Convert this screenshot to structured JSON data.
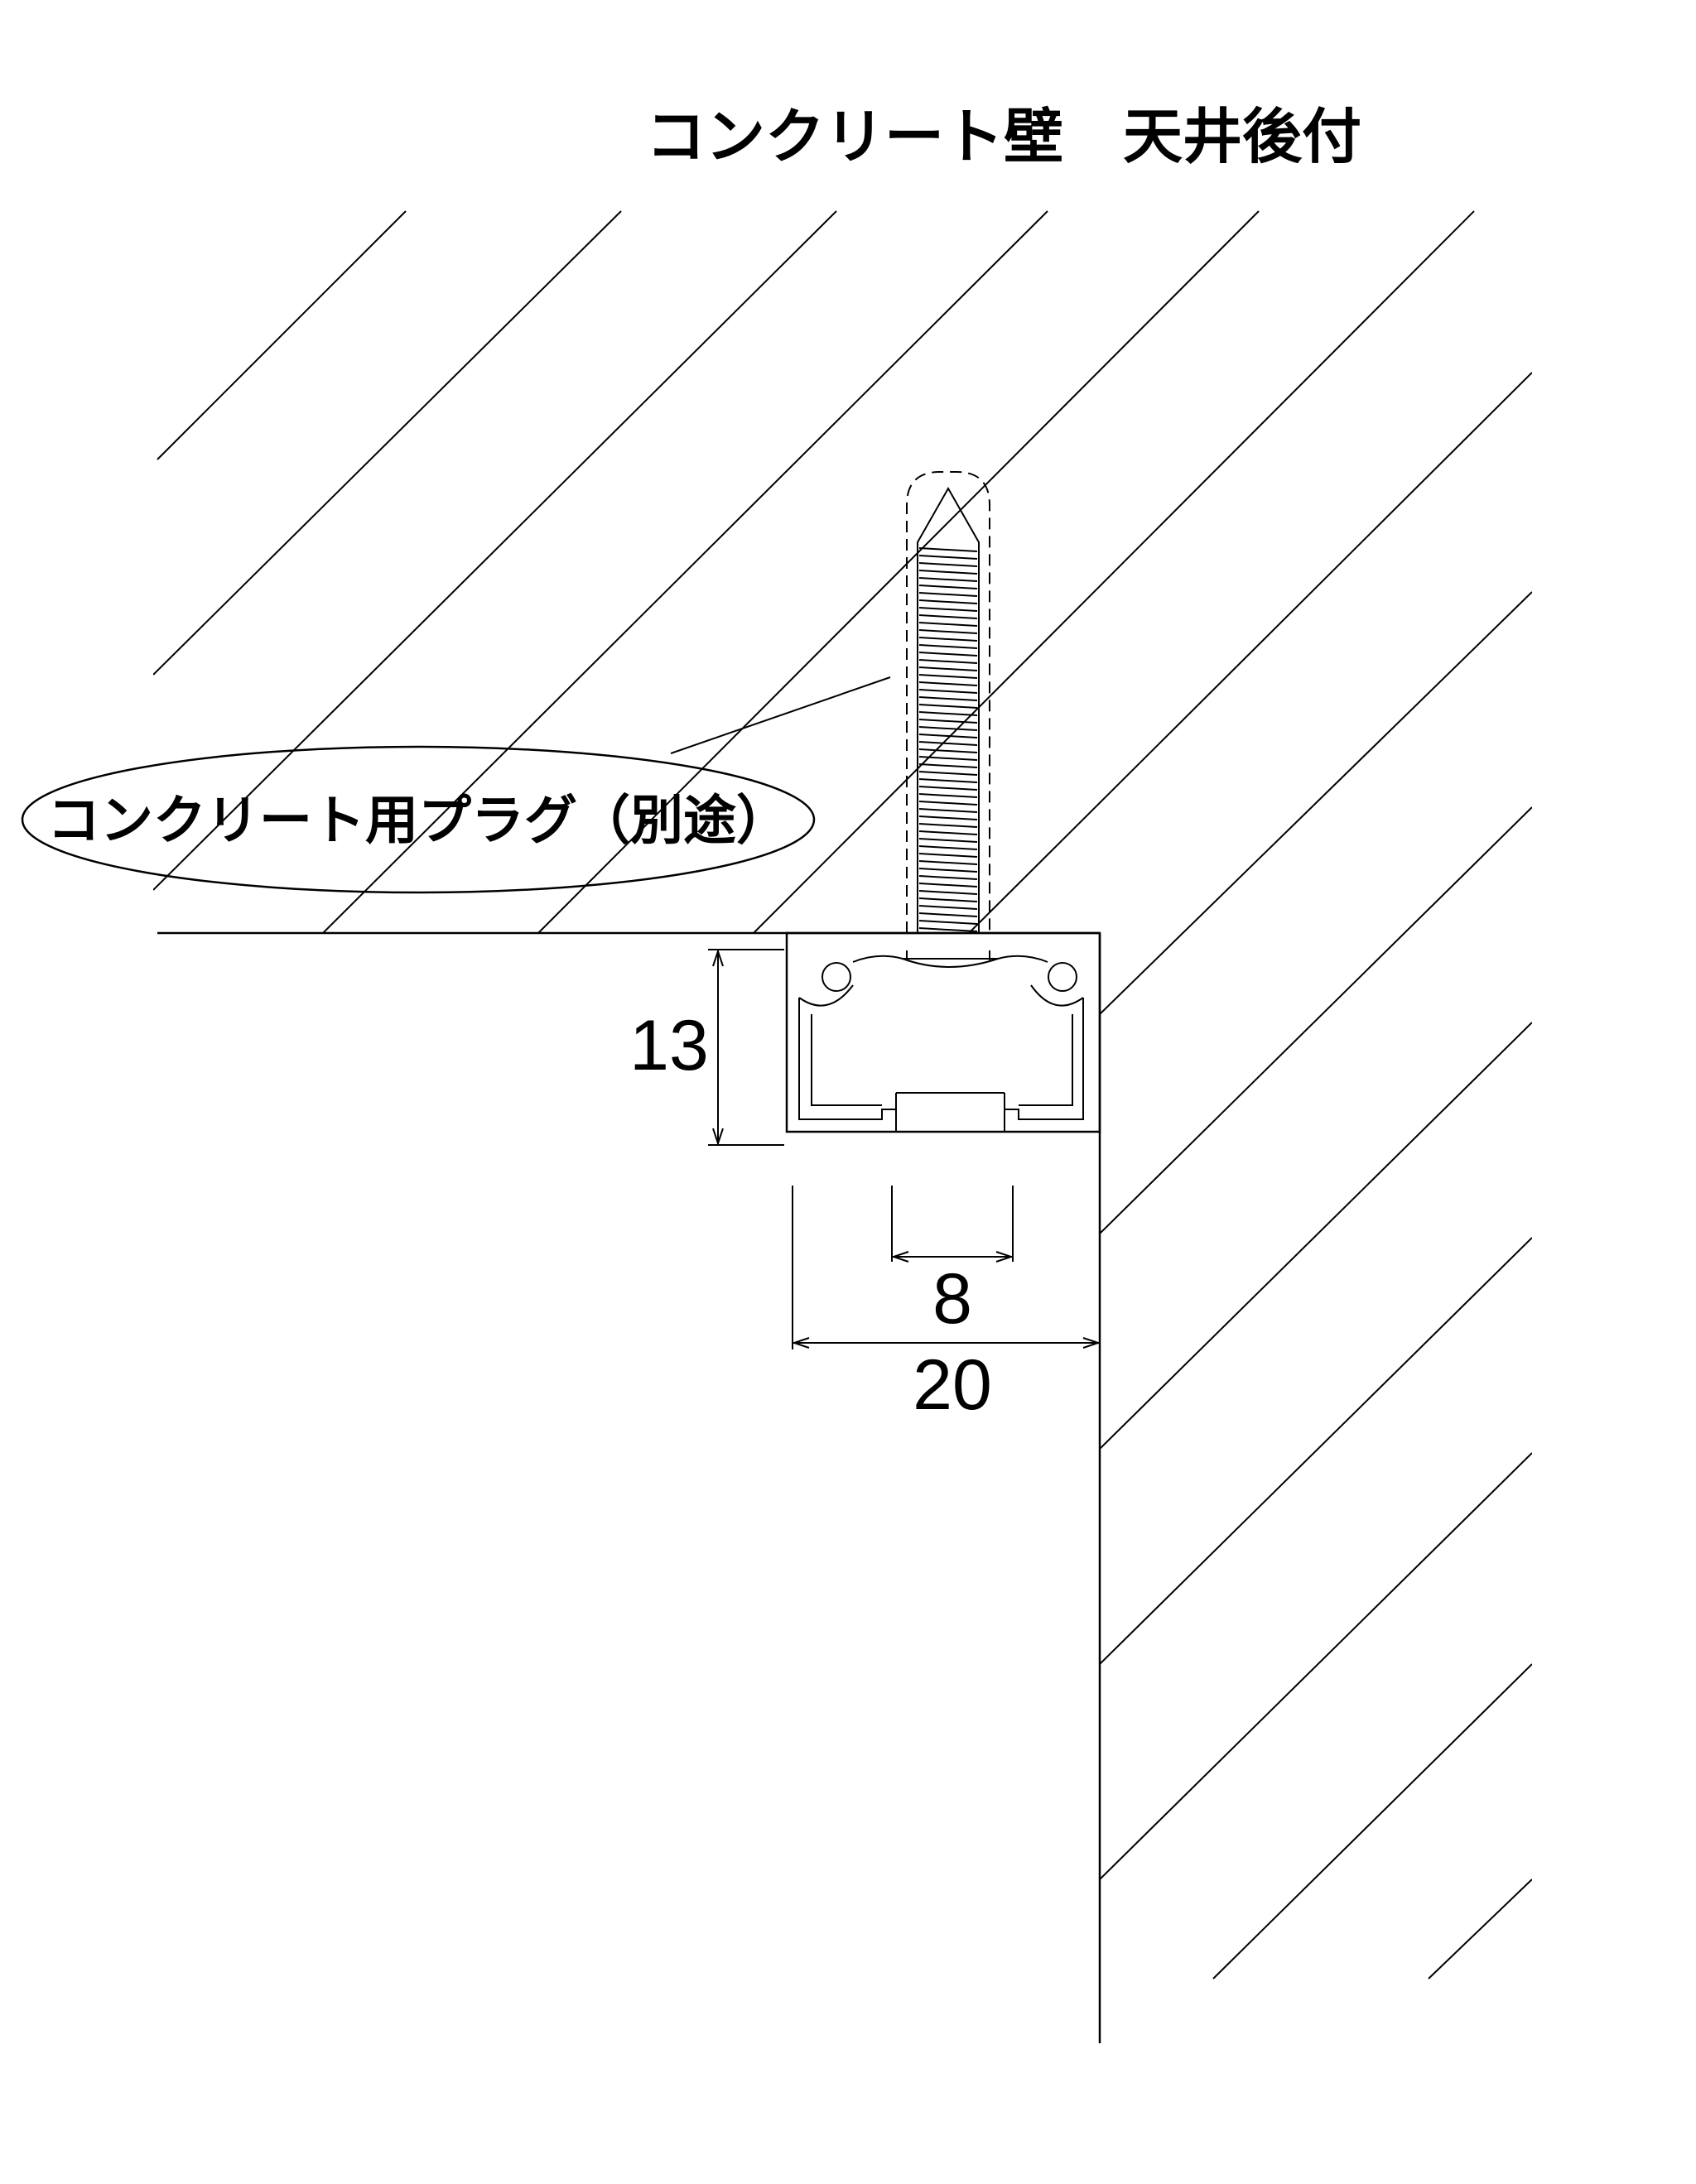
{
  "title": "コンクリート壁　天井後付",
  "callout": "コンクリート用プラグ（別途）",
  "dimensions": {
    "height": "13",
    "slot_width": "8",
    "total_width": "20"
  }
}
